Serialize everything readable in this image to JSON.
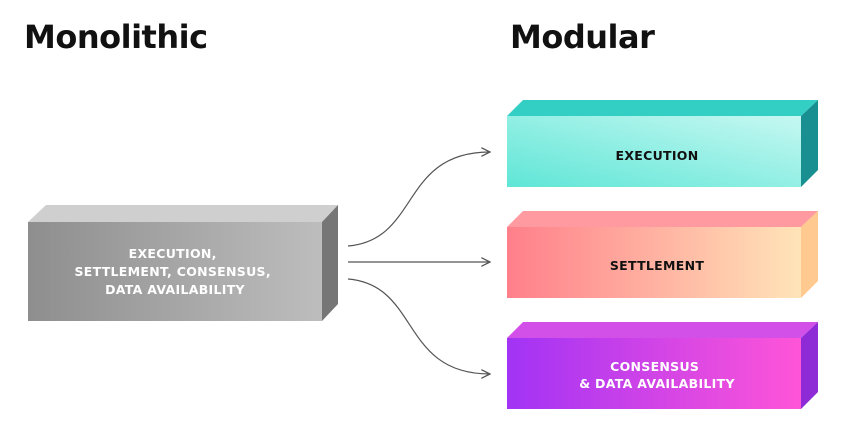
{
  "titles": {
    "left": "Monolithic",
    "right": "Modular"
  },
  "monolithic_block": {
    "lines": [
      "EXECUTION,",
      "SETTLEMENT, CONSENSUS,",
      "DATA AVAILABILITY"
    ],
    "colors": {
      "front_left": "#8e8e8e",
      "front_right": "#bdbdbd",
      "top": "#cfcfcf",
      "side": "#767676",
      "text": "#ffffff"
    }
  },
  "modular_blocks": [
    {
      "lines": [
        "EXECUTION"
      ],
      "colors": {
        "front_left": "#5fe6d6",
        "front_right": "#c6f8f2",
        "top": "#33cfc4",
        "side": "#1a8f92",
        "text": "#111111"
      }
    },
    {
      "lines": [
        "SETTLEMENT"
      ],
      "colors": {
        "front_left": "#ff7f8a",
        "front_right": "#ffe4b8",
        "top": "#ff9aa0",
        "side": "#ffc98f",
        "text": "#111111"
      }
    },
    {
      "lines": [
        "CONSENSUS",
        "& DATA AVAILABILITY"
      ],
      "colors": {
        "front_left": "#a233f5",
        "front_right": "#ff55d8",
        "top": "#d24fe8",
        "side": "#8e2ad6",
        "text": "#ffffff"
      }
    }
  ],
  "arrows": {
    "color": "#555555",
    "count": 3
  }
}
